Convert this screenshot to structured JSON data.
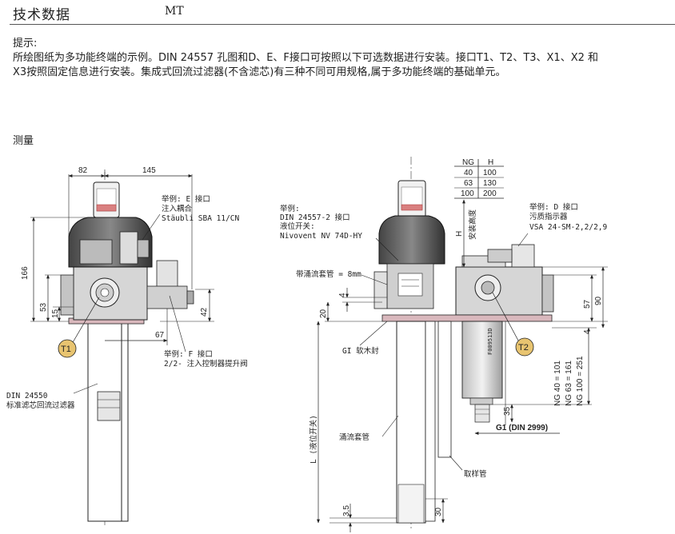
{
  "header": {
    "title": "技术数据",
    "code": "MT"
  },
  "note": {
    "heading": "提示:",
    "line1": "所绘图纸为多功能终端的示例。DIN 24557 孔图和D、E、F接口可按照以下可选数据进行安装。接口T1、T2、T3、X1、X2 和",
    "line2": "X3按照固定信息进行安装。集成式回流过滤器(不含滤芯)有三种不同可用规格,属于多功能终端的基础单元。"
  },
  "section": {
    "heading": "测量"
  },
  "left_view": {
    "dim_82": "82",
    "dim_145": "145",
    "dim_166": "166",
    "dim_53": "53",
    "dim_15": "15",
    "dim_42": "42",
    "dim_67": "67",
    "label_e_1": "举例: E 接口",
    "label_e_2": "注入耦合",
    "label_e_3": "Stäubli SBA 11/CN",
    "label_f_1": "举例: F 接口",
    "label_f_2": "2/2- 注入控制器提升阀",
    "label_din_1": "DIN 24550",
    "label_din_2": "标准滤芯回流过滤器",
    "port": "T1"
  },
  "right_view": {
    "table_headers": [
      "NG",
      "H"
    ],
    "table_rows": [
      [
        "40",
        "100"
      ],
      [
        "63",
        "130"
      ],
      [
        "100",
        "200"
      ]
    ],
    "label_level_1": "举例:",
    "label_level_2": "DIN 24557-2 接口",
    "label_level_3": "液位开关:",
    "label_level_4": "Nivovent NV 74D-HY",
    "label_d_1": "举例: D 接口",
    "label_d_2": "污质指示器",
    "label_d_3": "VSA 24-SM-2,2/2,9",
    "dim_H": "H",
    "label_install_height": "安装高度",
    "label_sleeve_8": "带涌流套管 = 8mm",
    "dim_4_top": "4",
    "dim_20": "20",
    "dim_57": "57",
    "dim_90": "90",
    "dim_4_bottom": "4",
    "label_gi": "GI 软木封",
    "drawing_code": "F009513D",
    "port": "T2",
    "ng_40": "NG 40 = 101",
    "ng_63": "NG 63 = 161",
    "ng_100": "NG 100 = 251",
    "dim_35": "35",
    "thread": "G1 (DIN 2999)",
    "label_L": "L (液位开关)",
    "label_sleeve": "涌流套管",
    "label_sample": "取样管",
    "dim_3_5": "3,5",
    "dim_30": "30"
  }
}
